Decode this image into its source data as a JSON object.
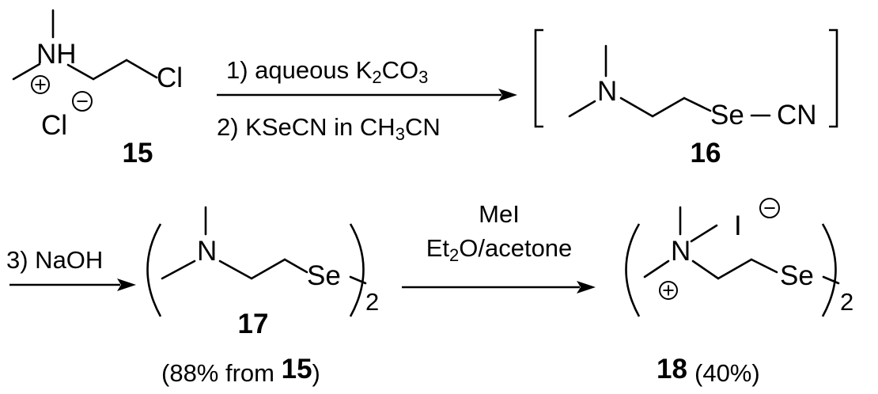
{
  "compounds": {
    "c15": {
      "label": "15",
      "atoms": {
        "amine": "NH",
        "chlorine": "Cl",
        "counterion": "Cl"
      },
      "charges": {
        "cation": "+",
        "anion": "−"
      }
    },
    "c16": {
      "label": "16",
      "atoms": {
        "nitrogen": "N",
        "selenium": "Se",
        "nitrile": "CN"
      }
    },
    "c17": {
      "label": "17",
      "atoms": {
        "nitrogen": "N",
        "selenium": "Se"
      },
      "multiplier": "2",
      "yield_prefix": "(88% from ",
      "yield_ref": "15",
      "yield_suffix": ")"
    },
    "c18": {
      "label": "18",
      "atoms": {
        "nitrogen": "N",
        "selenium": "Se",
        "iodide": "I"
      },
      "charges": {
        "cation": "+",
        "anion": "−"
      },
      "multiplier": "2",
      "yield": "(40%)"
    }
  },
  "steps": {
    "step1": {
      "text": "1) aqueous K",
      "sub": "2",
      "tail": "CO",
      "tail_sub": "3"
    },
    "step2": {
      "text": "2) KSeCN in CH",
      "sub": "3",
      "tail": "CN"
    },
    "step3": {
      "text": "3) NaOH"
    },
    "step4": {
      "line1": "MeI",
      "line2_a": "Et",
      "line2_sub": "2",
      "line2_b": "O/acetone"
    }
  }
}
